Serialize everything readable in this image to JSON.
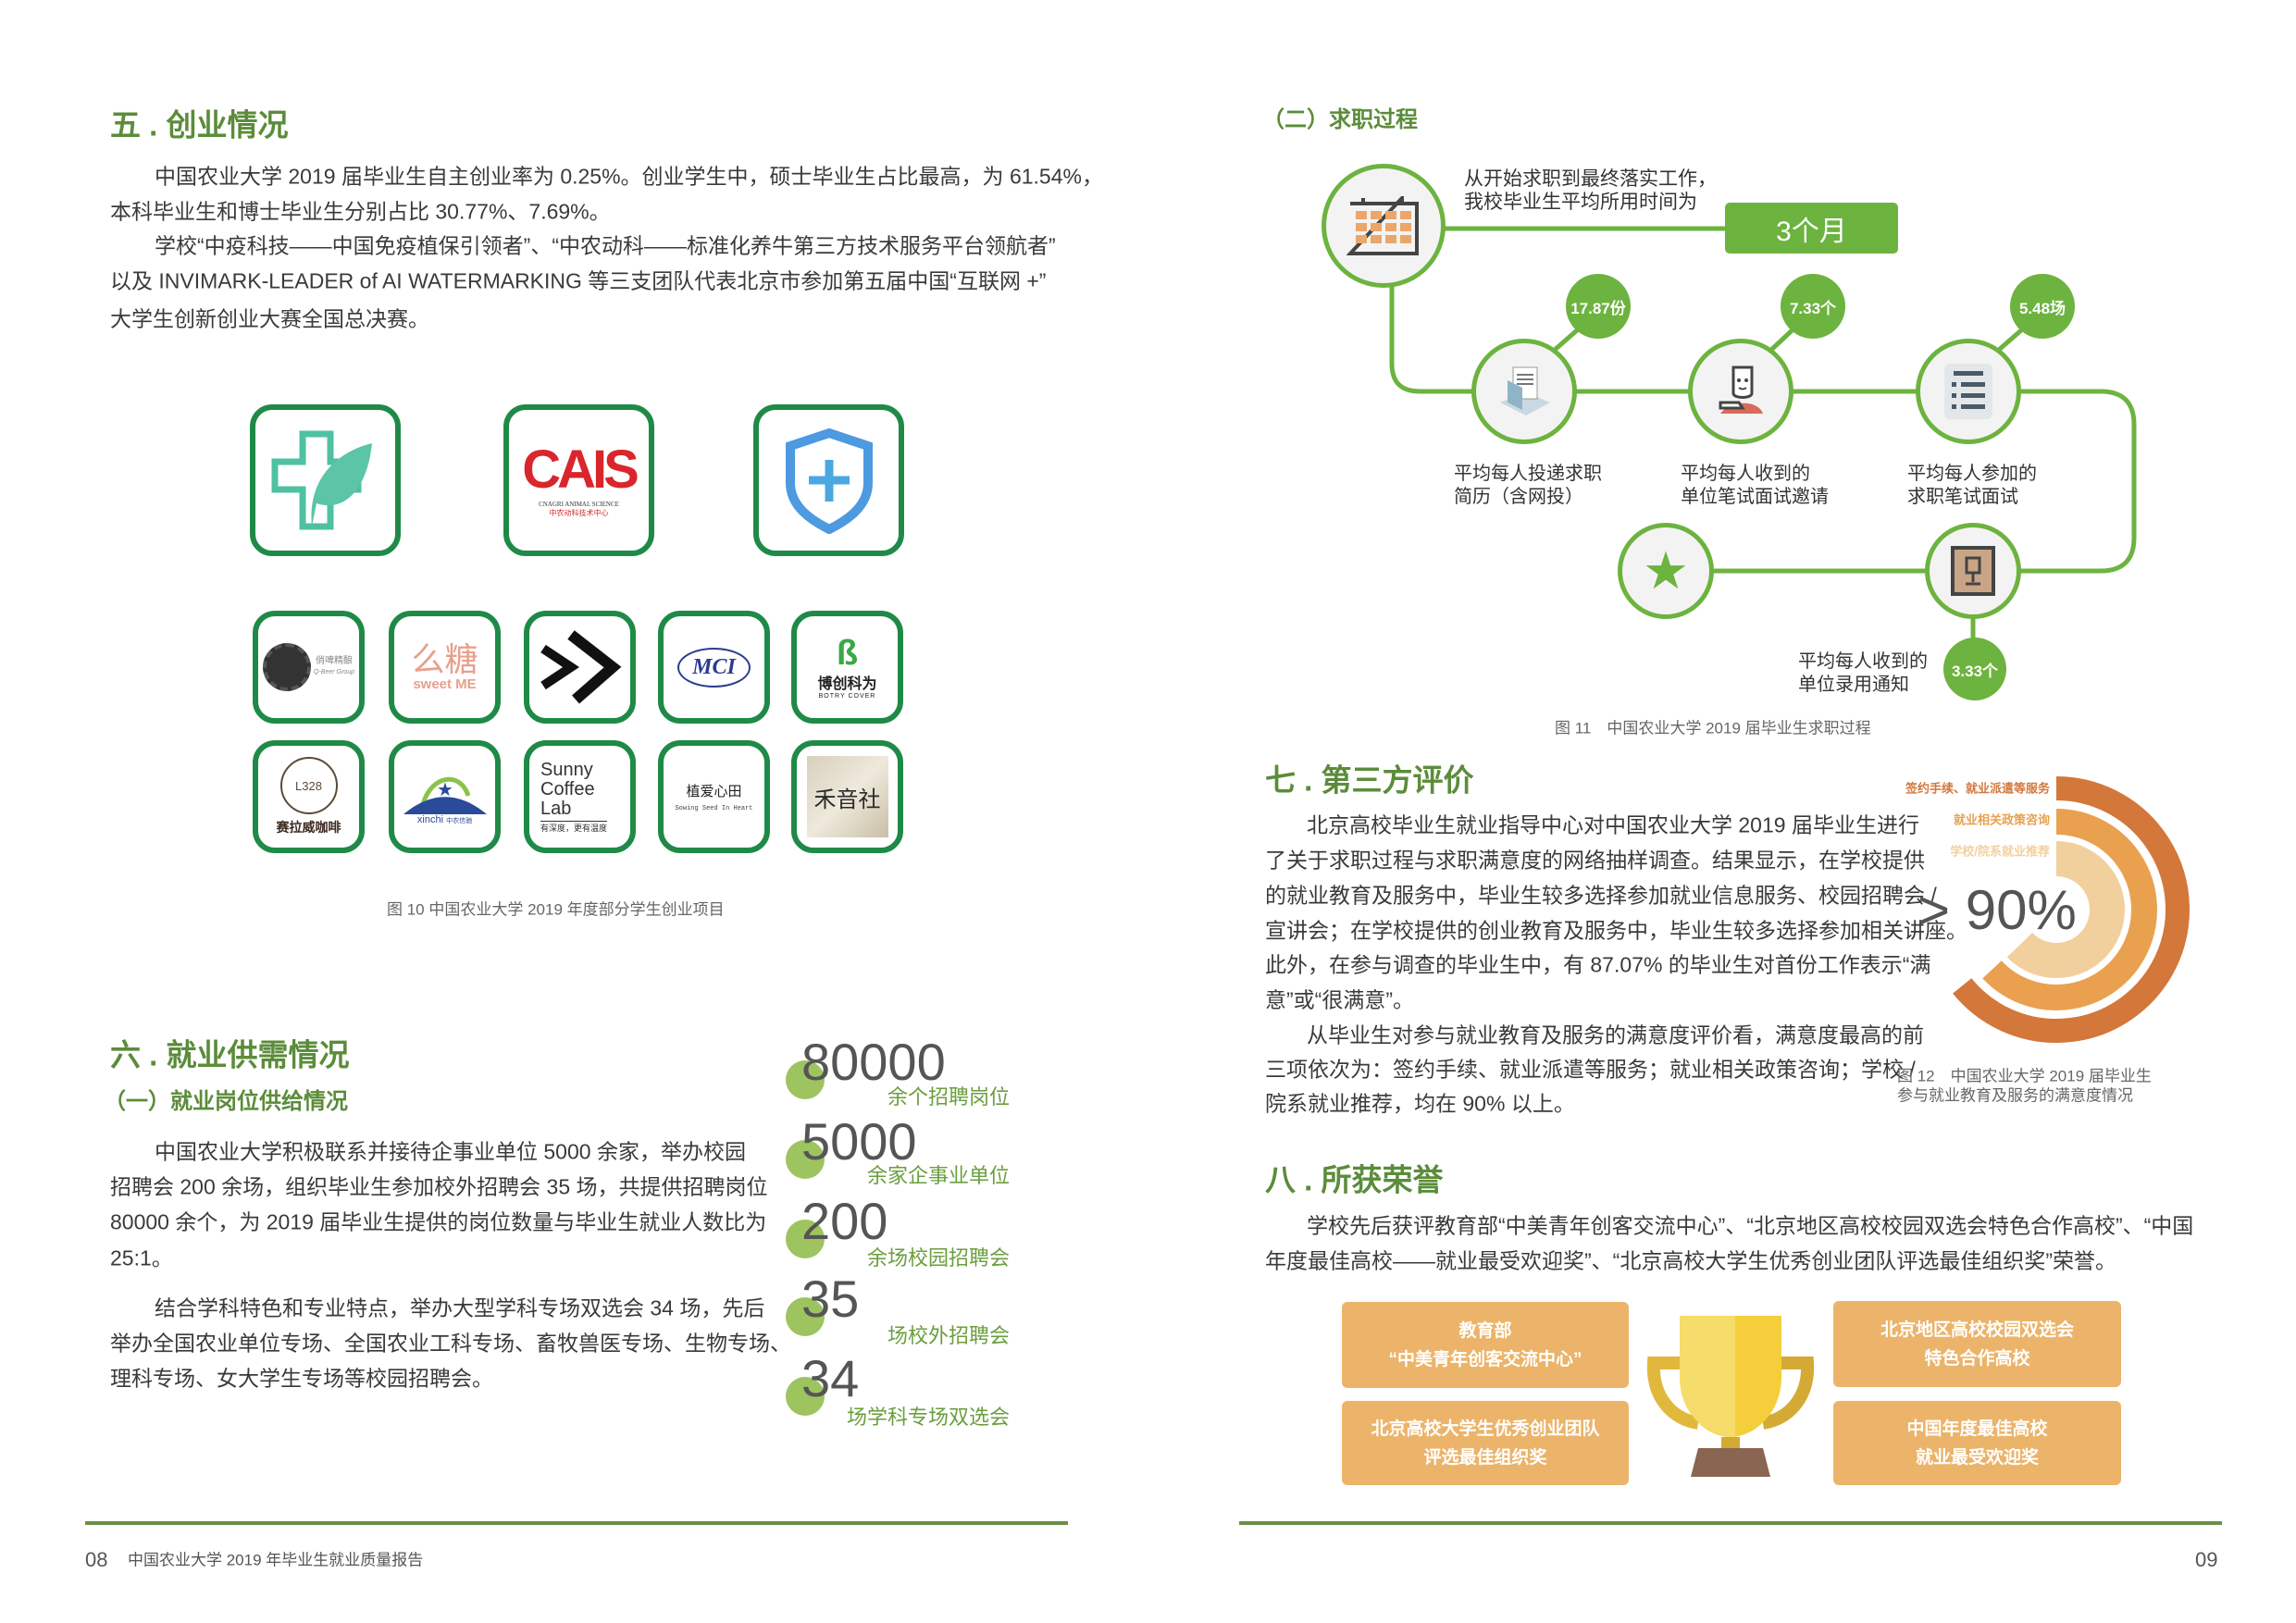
{
  "left": {
    "s5": {
      "title": "五 . 创业情况",
      "p1": [
        "中国农业大学 2019 届毕业生自主创业率为 0.25%。创业学生中，硕士毕业生占比最高，为 61.54%，",
        "本科毕业生和博士毕业生分别占比 30.77%、7.69%。"
      ],
      "p2": [
        "学校“中疫科技——中国免疫植保引领者”、“中农动科——标准化养牛第三方技术服务平台领航者”",
        "以及 INVIMARK-LEADER of AI WATERMARKING 等三支团队代表北京市参加第五届中国“互联网 +”",
        "大学生创新创业大赛全国总决赛。"
      ],
      "logos": {
        "cais": [
          "CAIS",
          "CNAGRI ANIMAL SCIENCE",
          "中农动科技术中心"
        ],
        "qbeer": [
          "俏啤精酿",
          "Q-Beer Group"
        ],
        "sweetme": [
          "么糖",
          "sweet ME"
        ],
        "mci": [
          "MCI"
        ],
        "botry": [
          "博创科为",
          "BOTRY COVER"
        ],
        "selavi": [
          "L328",
          "赛拉威咖啡"
        ],
        "xinchi": [
          "xinchi",
          "中农信驰"
        ],
        "sunny": [
          "Sunny",
          "Coffee",
          "Lab",
          "有深度，更有温度"
        ],
        "zhiai": [
          "植爱心田",
          "Sowing Seed In Heart"
        ],
        "heyin": [
          "禾音社"
        ]
      },
      "caption": "图 10 中国农业大学 2019 年度部分学生创业项目"
    },
    "s6": {
      "title": "六 . 就业供需情况",
      "subtitle": "（一）就业岗位供给情况",
      "p1": [
        "中国农业大学积极联系并接待企事业单位 5000 余家，举办校园",
        "招聘会 200 余场，组织毕业生参加校外招聘会 35 场，共提供招聘岗位",
        "80000 余个，为 2019 届毕业生提供的岗位数量与毕业生就业人数比为",
        "25:1。"
      ],
      "p2": [
        "结合学科特色和专业特点，举办大型学科专场双选会 34 场，先后",
        "举办全国农业单位专场、全国农业工科专场、畜牧兽医专场、生物专场、",
        "理科专场、女大学生专场等校园招聘会。"
      ],
      "stats": [
        {
          "num": "80000",
          "label": "余个招聘岗位"
        },
        {
          "num": "5000",
          "label": "余家企事业单位"
        },
        {
          "num": "200",
          "label": "余场校园招聘会"
        },
        {
          "num": "35",
          "label": "场校外招聘会"
        },
        {
          "num": "34",
          "label": "场学科专场双选会"
        }
      ]
    },
    "footer": {
      "page": "08",
      "title": "中国农业大学 2019 年毕业生就业质量报告"
    }
  },
  "right": {
    "s62": {
      "title": "（二）求职过程",
      "intro": [
        "从开始求职到最终落实工作，",
        "我校毕业生平均所用时间为"
      ],
      "duration": "3个月",
      "steps": [
        {
          "value": "17.87份",
          "label": [
            "平均每人投递求职",
            "简历（含网投）"
          ]
        },
        {
          "value": "7.33个",
          "label": [
            "平均每人收到的",
            "单位笔试面试邀请"
          ]
        },
        {
          "value": "5.48场",
          "label": [
            "平均每人参加的",
            "求职笔试面试"
          ]
        },
        {
          "value": "3.33个",
          "label": [
            "平均每人收到的",
            "单位录用通知"
          ]
        }
      ],
      "caption": "图 11　中国农业大学 2019 届毕业生求职过程"
    },
    "s7": {
      "title": "七 . 第三方评价",
      "p1": [
        "北京高校毕业生就业指导中心对中国农业大学 2019 届毕业生进行",
        "了关于求职过程与求职满意度的网络抽样调查。结果显示，在学校提供",
        "的就业教育及服务中，毕业生较多选择参加就业信息服务、校园招聘会 /",
        "宣讲会；在学校提供的创业教育及服务中，毕业生较多选择参加相关讲座。",
        "此外，在参与调查的毕业生中，有 87.07% 的毕业生对首份工作表示“满",
        "意”或“很满意”。"
      ],
      "p2": [
        "从毕业生对参与就业教育及服务的满意度评价看，满意度最高的前",
        "三项依次为：签约手续、就业派遣等服务；就业相关政策咨询；学校 /",
        "院系就业推荐，均在 90% 以上。"
      ],
      "chart_data": {
        "type": "radial-bar",
        "title": "图 12　中国农业大学 2019 届毕业生参与就业教育及服务的满意度情况",
        "center_label": "> 90%",
        "series": [
          {
            "name": "签约手续、就业派遣等服务",
            "color": "#d4773a"
          },
          {
            "name": "就业相关政策咨询",
            "color": "#e9a14f"
          },
          {
            "name": "学校/院系就业推荐",
            "color": "#f1d09e"
          }
        ]
      },
      "caption": [
        "图 12　中国农业大学 2019 届毕业生",
        "参与就业教育及服务的满意度情况"
      ]
    },
    "s8": {
      "title": "八 . 所获荣誉",
      "p1": [
        "学校先后获评教育部“中美青年创客交流中心”、“北京地区高校校园双选会特色合作高校”、“中国",
        "年度最佳高校——就业最受欢迎奖”、“北京高校大学生优秀创业团队评选最佳组织奖”荣誉。"
      ],
      "awards": [
        [
          "教育部",
          "“中美青年创客交流中心”"
        ],
        [
          "北京高校大学生优秀创业团队",
          "评选最佳组织奖"
        ],
        [
          "北京地区高校校园双选会",
          "特色合作高校"
        ],
        [
          "中国年度最佳高校",
          "就业最受欢迎奖"
        ]
      ]
    },
    "footer": {
      "page": "09"
    }
  },
  "colors": {
    "green": "#5b8c3a",
    "flow_green": "#6db33f",
    "logo_border": "#1f8a47",
    "award": "#ebb46a"
  }
}
